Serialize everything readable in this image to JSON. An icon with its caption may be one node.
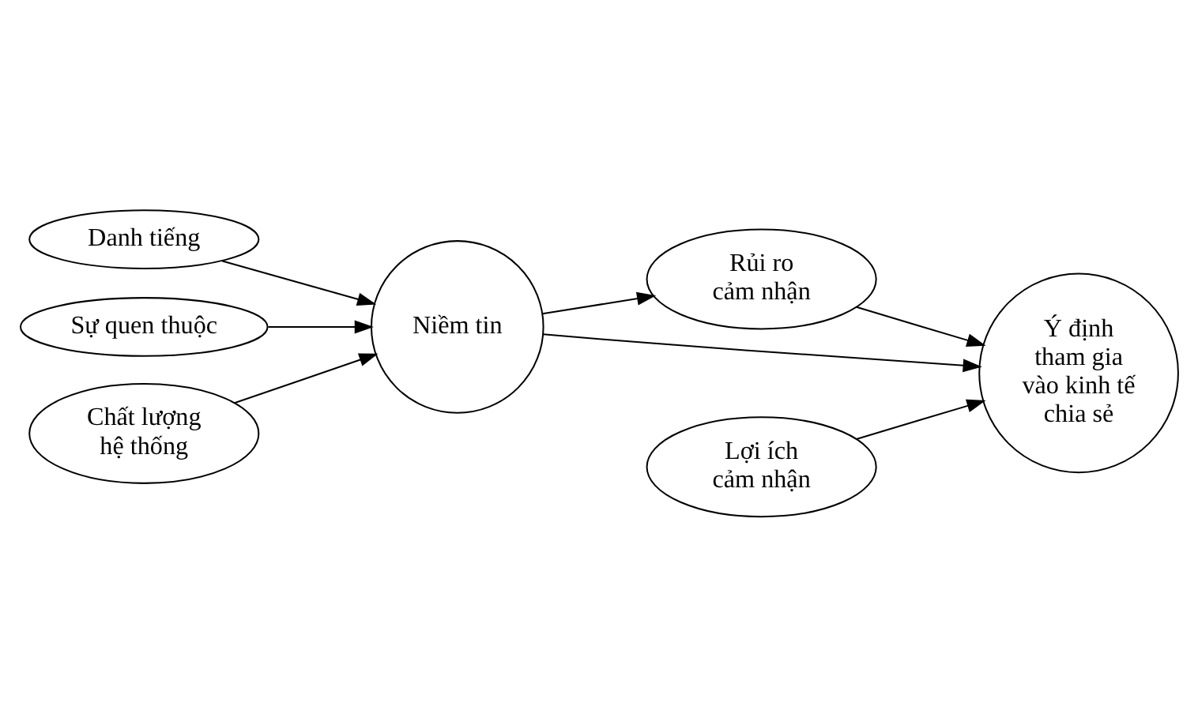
{
  "diagram": {
    "nodes": [
      {
        "text": [
          "Danh tiếng"
        ]
      },
      {
        "text": [
          "Sự quen thuộc"
        ]
      },
      {
        "text": [
          "Chất lượng hệ thống"
        ]
      },
      {
        "text": [
          "Lợi ích cảm nhận"
        ]
      },
      {
        "text": [
          "Niềm tin"
        ]
      },
      {
        "text": [
          "Rủi ro cảm nhận"
        ]
      },
      {
        "text": [
          "Ý định tham gia vào kinh tế chia sẻ"
        ]
      }
    ],
    "edges": [
      {
        "from": 0,
        "to": 4,
        "arrow": "to"
      },
      {
        "from": 1,
        "to": 4,
        "arrow": "to"
      },
      {
        "from": 2,
        "to": 4,
        "arrow": "to"
      },
      {
        "from": 4,
        "to": 5,
        "arrow": "to"
      },
      {
        "from": 4,
        "to": 6,
        "arrow": "to"
      },
      {
        "from": 5,
        "to": 6,
        "arrow": "to"
      },
      {
        "from": 3,
        "to": 6,
        "arrow": "to"
      }
    ]
  }
}
